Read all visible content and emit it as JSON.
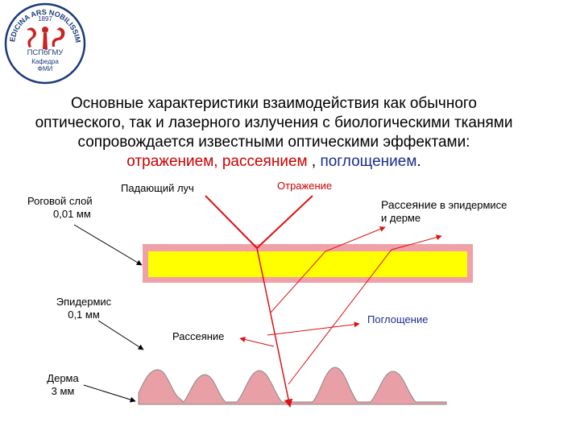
{
  "logo": {
    "arc_text": "MEDICINA ARS NOBILISSIMA",
    "year": "1897",
    "org": "ПСПбГМУ",
    "dept_line1": "Кафедра",
    "dept_line2": "ФМИ"
  },
  "title": {
    "line1": "Основные характеристики взаимодействия как обычного",
    "line2": "оптического, так и лазерного излучения с биологическими тканями",
    "line3": "сопровождается известными оптическими эффектами:",
    "effect_reflection": "отражением,",
    "effect_scattering": "рассеянием",
    "separator": " , ",
    "effect_absorption": "поглощением",
    "end": "."
  },
  "labels": {
    "incident_ray": "Падающий луч",
    "reflection": "Отражение",
    "horny_layer_name": "Роговой слой",
    "horny_layer_size": "0,01 мм",
    "scattering_epidermis_word": "Рассеяние",
    "scattering_epidermis_rest": " в эпидермисе",
    "scattering_epidermis_line2": "и дерме",
    "epidermis_name": "Эпидермис",
    "epidermis_size": "0,1 мм",
    "absorption": "Поглощение",
    "scattering": "Рассеяние",
    "derma_name": "Дерма",
    "derma_size": "3 мм"
  },
  "colors": {
    "layer_fill": "#ffff00",
    "layer_border": "#f0a0a8",
    "ray": "#dd1111",
    "derma_fill": "#e8a0a6",
    "pointer": "#000000",
    "accent_red": "#cc0000",
    "accent_blue": "#1a2d8c"
  }
}
